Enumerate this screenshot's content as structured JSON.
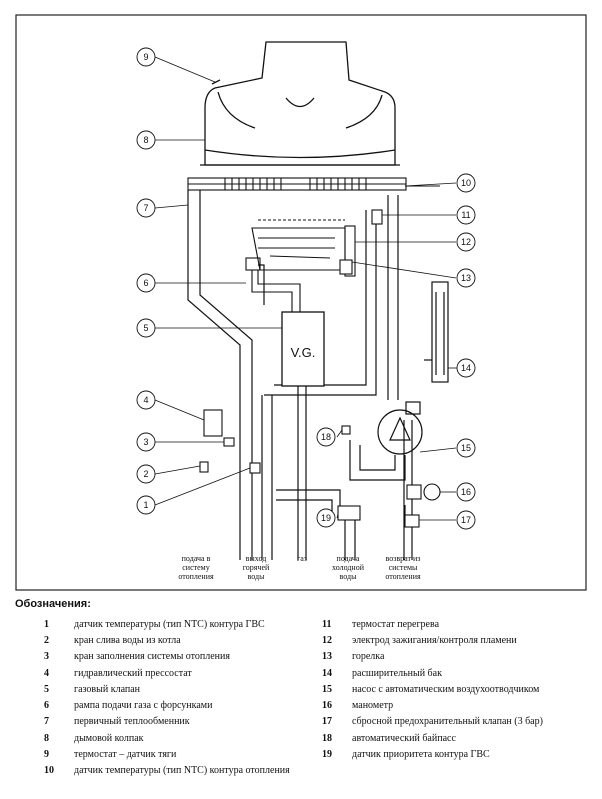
{
  "diagram": {
    "valve_label": "V.G.",
    "callouts": [
      "1",
      "2",
      "3",
      "4",
      "5",
      "6",
      "7",
      "8",
      "9",
      "10",
      "11",
      "12",
      "13",
      "14",
      "15",
      "16",
      "17",
      "18",
      "19"
    ],
    "bottom_labels": [
      [
        "подача в",
        "систему",
        "отопления"
      ],
      [
        "выход",
        "горячей",
        "воды"
      ],
      [
        "газ"
      ],
      [
        "подача",
        "холодной",
        "воды"
      ],
      [
        "возврат из",
        "системы",
        "отопления"
      ]
    ]
  },
  "legend": {
    "title": "Обозначения:",
    "left": [
      {
        "n": "1",
        "text": "датчик температуры (тип NTC) контура ГВС"
      },
      {
        "n": "2",
        "text": "кран слива воды из котла"
      },
      {
        "n": "3",
        "text": "кран заполнения системы отопления"
      },
      {
        "n": "4",
        "text": "гидравлический прессостат"
      },
      {
        "n": "5",
        "text": "газовый клапан"
      },
      {
        "n": "6",
        "text": "рампа подачи газа с форсунками"
      },
      {
        "n": "7",
        "text": "первичный теплообменник"
      },
      {
        "n": "8",
        "text": "дымовой колпак"
      },
      {
        "n": "9",
        "text": "термостат – датчик тяги"
      },
      {
        "n": "10",
        "text": "датчик температуры (тип NTC) контура отопления"
      }
    ],
    "right": [
      {
        "n": "11",
        "text": "термостат перегрева"
      },
      {
        "n": "12",
        "text": "электрод зажигания/контроля пламени"
      },
      {
        "n": "13",
        "text": "горелка"
      },
      {
        "n": "14",
        "text": "расширительный бак"
      },
      {
        "n": "15",
        "text": "насос с автоматическим воздухоотводчиком"
      },
      {
        "n": "16",
        "text": "манометр"
      },
      {
        "n": "17",
        "text": "сбросной предохранительный клапан (3 бар)"
      },
      {
        "n": "18",
        "text": "автоматический байпасс"
      },
      {
        "n": "19",
        "text": "датчик приоритета контура ГВС"
      }
    ]
  }
}
